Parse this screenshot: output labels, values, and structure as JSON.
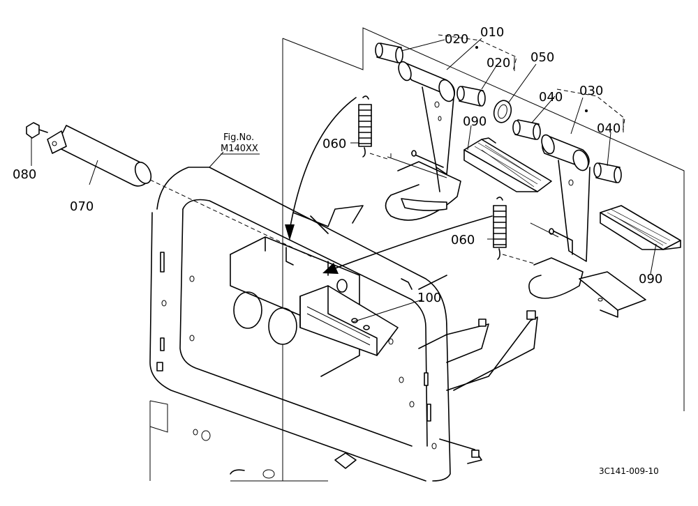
{
  "figure": {
    "fig_label": "Fig.No.",
    "fig_number": "M140XX",
    "drawing_code": "3C141-009-10"
  },
  "parts": {
    "p010": "010",
    "p020a": "020",
    "p020b": "020",
    "p030": "030",
    "p040a": "040",
    "p040b": "040",
    "p050": "050",
    "p060a": "060",
    "p060b": "060",
    "p070": "070",
    "p080": "080",
    "p090a": "090",
    "p090b": "090",
    "p100": "100"
  }
}
